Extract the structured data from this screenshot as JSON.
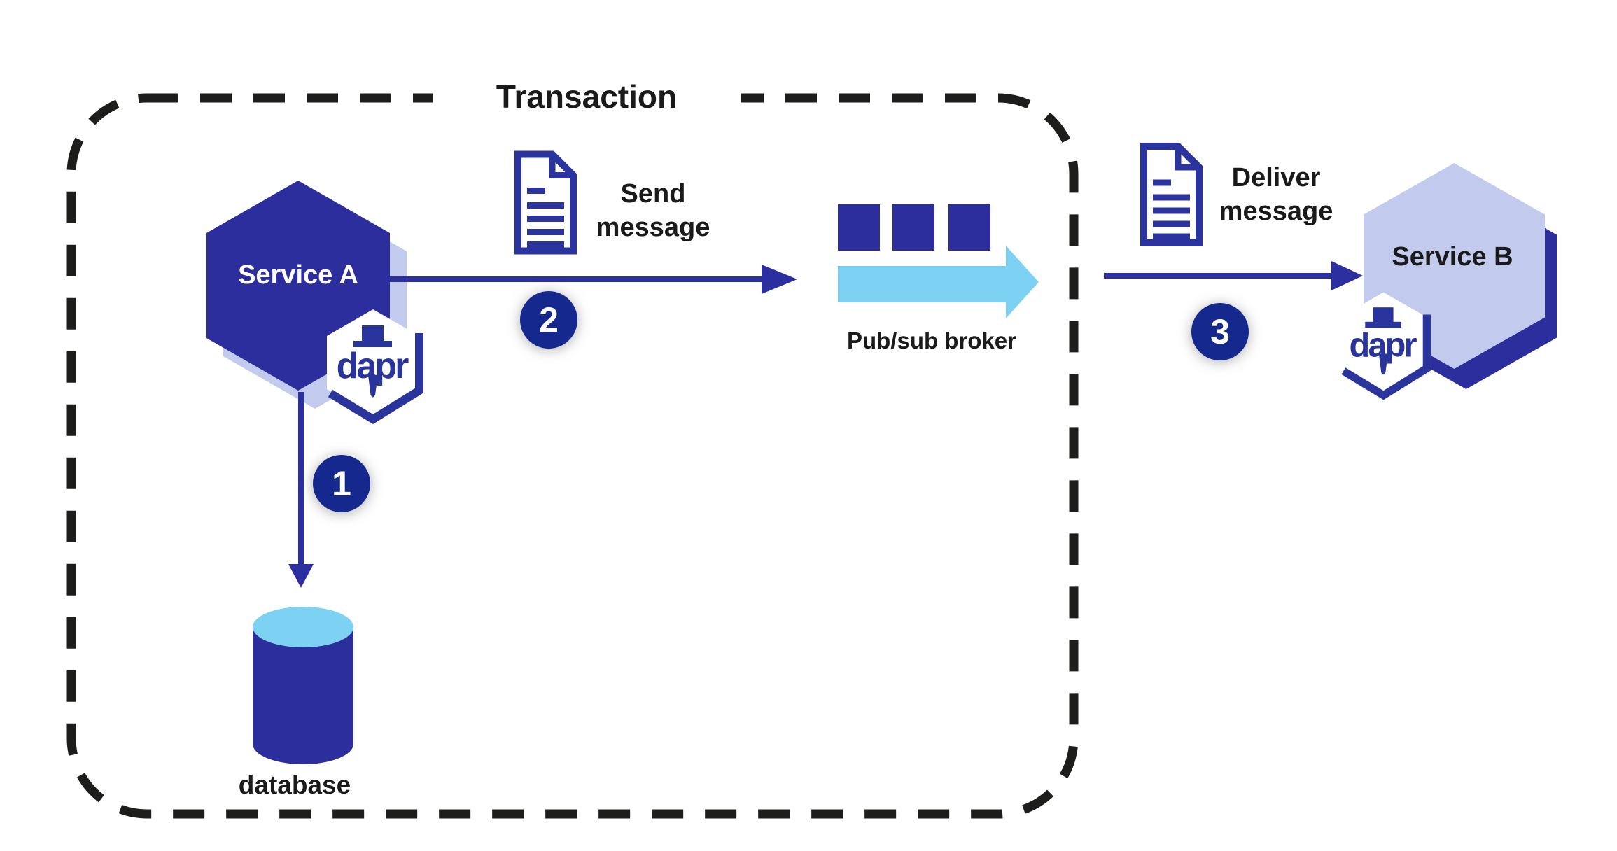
{
  "title": "Transaction",
  "colors": {
    "indigo": "#2b2e9c",
    "lavender": "#c2cbee",
    "sky_blue": "#7dd2f3",
    "badge_navy": "#14288e",
    "arrow_blue": "#2b2fa0",
    "dapr_blue": "#29359d",
    "dash_black": "#1d1d1b",
    "text_black": "#1a1a1a"
  },
  "nodes": {
    "service_a": {
      "label": "Service A"
    },
    "service_b": {
      "label": "Service B"
    },
    "broker": {
      "label": "Pub/sub broker"
    },
    "database": {
      "label": "database"
    }
  },
  "dapr": {
    "label": "dapr"
  },
  "steps": {
    "persist": {
      "number": "1"
    },
    "send": {
      "number": "2",
      "label": "Send message"
    },
    "deliver": {
      "number": "3",
      "label": "Deliver message"
    }
  }
}
